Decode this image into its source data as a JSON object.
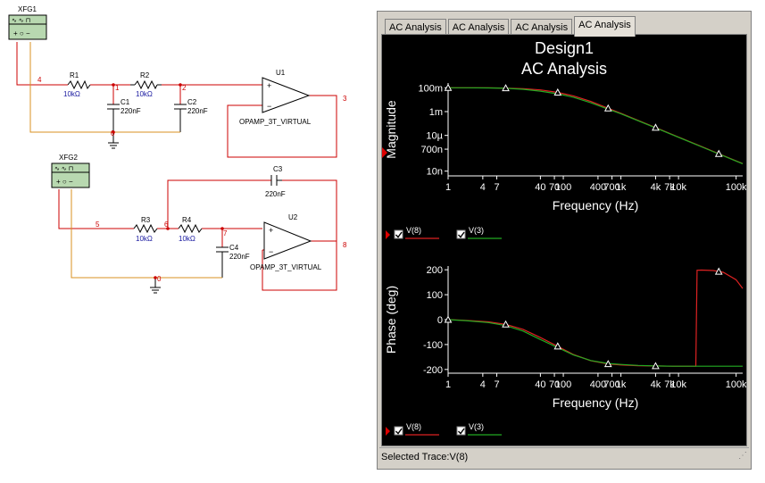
{
  "schematic": {
    "instruments": [
      {
        "id": "xfg1",
        "label": "XFG1"
      },
      {
        "id": "xfg2",
        "label": "XFG2"
      }
    ],
    "resistors": [
      {
        "id": "r1",
        "name": "R1",
        "value": "10kΩ"
      },
      {
        "id": "r2",
        "name": "R2",
        "value": "10kΩ"
      },
      {
        "id": "r3",
        "name": "R3",
        "value": "10kΩ"
      },
      {
        "id": "r4",
        "name": "R4",
        "value": "10kΩ"
      }
    ],
    "capacitors": [
      {
        "id": "c1",
        "name": "C1",
        "value": "220nF"
      },
      {
        "id": "c2",
        "name": "C2",
        "value": "220nF"
      },
      {
        "id": "c3",
        "name": "C3",
        "value": "220nF"
      },
      {
        "id": "c4",
        "name": "C4",
        "value": "220nF"
      }
    ],
    "opamps": [
      {
        "id": "u1",
        "name": "U1",
        "model": "OPAMP_3T_VIRTUAL"
      },
      {
        "id": "u2",
        "name": "U2",
        "model": "OPAMP_3T_VIRTUAL"
      }
    ],
    "nets": [
      "4",
      "1",
      "2",
      "3",
      "0",
      "5",
      "6",
      "7",
      "8",
      "0"
    ]
  },
  "grapher": {
    "tabs": [
      "AC Analysis",
      "AC Analysis",
      "AC Analysis",
      "AC Analysis"
    ],
    "active_tab": 3,
    "title": "Design1",
    "subtitle": "AC Analysis",
    "status_prefix": "Selected Trace:",
    "status_value": "V(8)",
    "trace_color_v8": "#dd2222",
    "trace_color_v3": "#22aa22"
  },
  "chart_data": [
    {
      "type": "line",
      "title": "Design1",
      "xlabel": "Frequency (Hz)",
      "ylabel": "Magnitude",
      "x_scale": "log",
      "y_scale": "log",
      "xlim": [
        1,
        130000
      ],
      "ylim": [
        4e-09,
        0.25
      ],
      "x_ticks": [
        1,
        4,
        7,
        40,
        70,
        100,
        400,
        700,
        1000,
        4000,
        7000,
        10000,
        100000
      ],
      "x_tick_labels": [
        "1",
        "4",
        "7",
        "40",
        "70",
        "100",
        "400",
        "700",
        "1k",
        "4k",
        "7k",
        "10k",
        "100k"
      ],
      "y_ticks": [
        0.1,
        0.001,
        1e-05,
        7e-07,
        1e-08
      ],
      "y_tick_labels": [
        "100m",
        "1m",
        "10µ",
        "700n",
        "10n"
      ],
      "series": [
        {
          "name": "V(8)",
          "color": "#dd2222",
          "x": [
            1,
            2,
            5,
            10,
            20,
            40,
            80,
            150,
            300,
            600,
            1000,
            2000,
            4000,
            10000,
            30000,
            60000,
            100000,
            130000
          ],
          "y": [
            0.1,
            0.1,
            0.098,
            0.094,
            0.084,
            0.066,
            0.041,
            0.021,
            0.0072,
            0.0019,
            0.00072,
            0.00018,
            4.6e-05,
            7.3e-06,
            8.1e-07,
            2e-07,
            7.3e-08,
            4.3e-08
          ]
        },
        {
          "name": "V(3)",
          "color": "#22aa22",
          "x": [
            1,
            2,
            5,
            10,
            20,
            40,
            80,
            150,
            300,
            600,
            1000,
            2000,
            4000,
            10000,
            30000,
            60000,
            100000,
            130000
          ],
          "y": [
            0.1,
            0.1,
            0.097,
            0.09,
            0.075,
            0.052,
            0.031,
            0.016,
            0.0055,
            0.0016,
            0.00066,
            0.00017,
            4.3e-05,
            6.9e-06,
            7.7e-07,
            1.95e-07,
            7e-08,
            4.2e-08
          ]
        }
      ],
      "markers_x": [
        1,
        10,
        80,
        600,
        4000,
        50000
      ]
    },
    {
      "type": "line",
      "xlabel": "Frequency (Hz)",
      "ylabel": "Phase (deg)",
      "x_scale": "log",
      "xlim": [
        1,
        130000
      ],
      "ylim": [
        -215,
        215
      ],
      "x_ticks": [
        1,
        4,
        7,
        40,
        70,
        100,
        400,
        700,
        1000,
        4000,
        7000,
        10000,
        100000
      ],
      "x_tick_labels": [
        "1",
        "4",
        "7",
        "40",
        "70",
        "100",
        "400",
        "700",
        "1k",
        "4k",
        "7k",
        "10k",
        "100k"
      ],
      "y_ticks": [
        200,
        100,
        0,
        -100,
        -200
      ],
      "y_tick_labels": [
        "200",
        "100",
        "0",
        "-100",
        "-200"
      ],
      "series": [
        {
          "name": "V(8)",
          "color": "#dd2222",
          "x": [
            1,
            2,
            5,
            10,
            20,
            40,
            80,
            150,
            300,
            600,
            1000,
            2000,
            4000,
            8000,
            15000,
            20000,
            21000,
            25000,
            40000,
            60000,
            100000,
            130000
          ],
          "y": [
            0,
            -3,
            -9,
            -19,
            -39,
            -72,
            -107,
            -140,
            -165,
            -178,
            -182,
            -185,
            -186,
            -187,
            -187,
            -187,
            198,
            199,
            197,
            190,
            160,
            125
          ]
        },
        {
          "name": "V(3)",
          "color": "#22aa22",
          "x": [
            1,
            2,
            5,
            10,
            20,
            40,
            80,
            150,
            300,
            600,
            1000,
            2000,
            4000,
            8000,
            15000,
            30000,
            60000,
            100000,
            130000
          ],
          "y": [
            0,
            -4,
            -12,
            -24,
            -46,
            -80,
            -112,
            -142,
            -164,
            -176,
            -180,
            -184,
            -186,
            -187,
            -187,
            -187,
            -187,
            -187,
            -187
          ]
        }
      ],
      "markers_x": [
        1,
        10,
        80,
        600,
        4000,
        50000
      ]
    }
  ]
}
